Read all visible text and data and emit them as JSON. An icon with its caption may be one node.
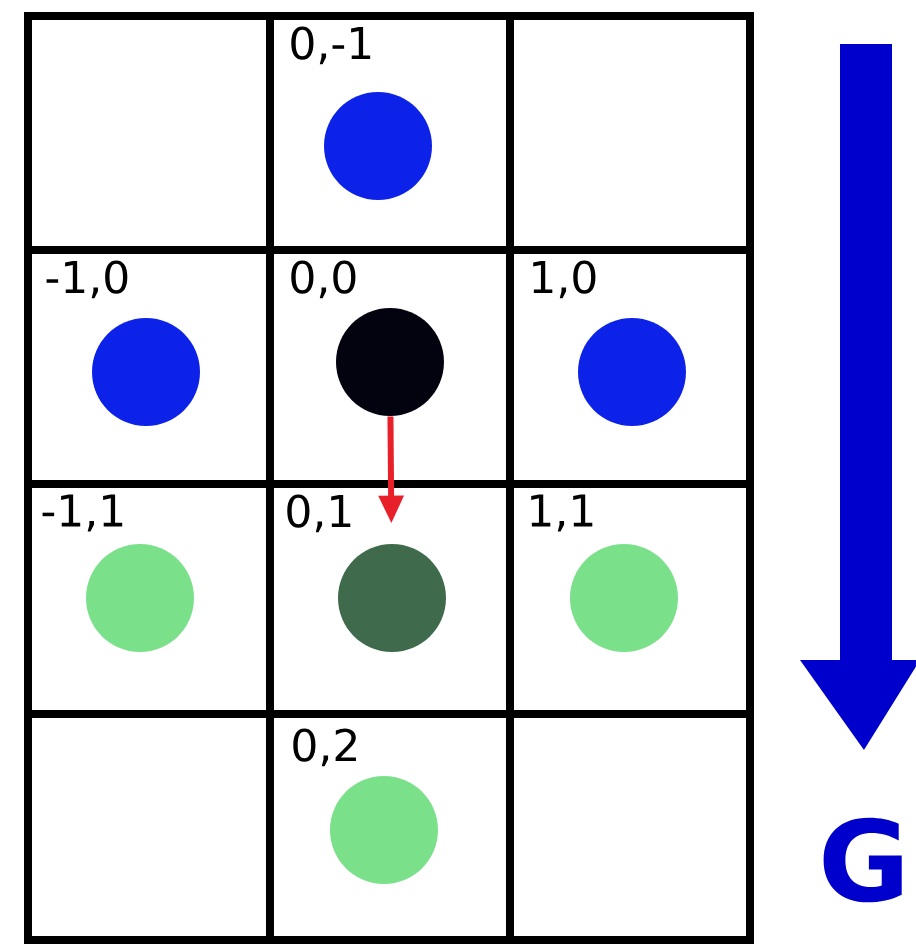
{
  "diagram": {
    "nodes": [
      {
        "text": [],
        "shape": "circle",
        "beside": [
          "0,-1"
        ]
      },
      {
        "text": [],
        "shape": "circle",
        "beside": [
          "-1,0"
        ]
      },
      {
        "text": [],
        "shape": "circle",
        "beside": [
          "0,0"
        ]
      },
      {
        "text": [],
        "shape": "circle",
        "beside": [
          "1,0"
        ]
      },
      {
        "text": [],
        "shape": "circle",
        "beside": [
          "-1,1"
        ]
      },
      {
        "text": [],
        "shape": "circle",
        "beside": [
          "0,1"
        ]
      },
      {
        "text": [],
        "shape": "circle",
        "beside": [
          "1,1"
        ]
      },
      {
        "text": [],
        "shape": "circle",
        "beside": [
          "0,2"
        ]
      }
    ],
    "edges": [
      {
        "from": 2,
        "to": 5,
        "arrow": "to",
        "color": "#e8202a"
      }
    ],
    "labels": [
      "G"
    ]
  }
}
